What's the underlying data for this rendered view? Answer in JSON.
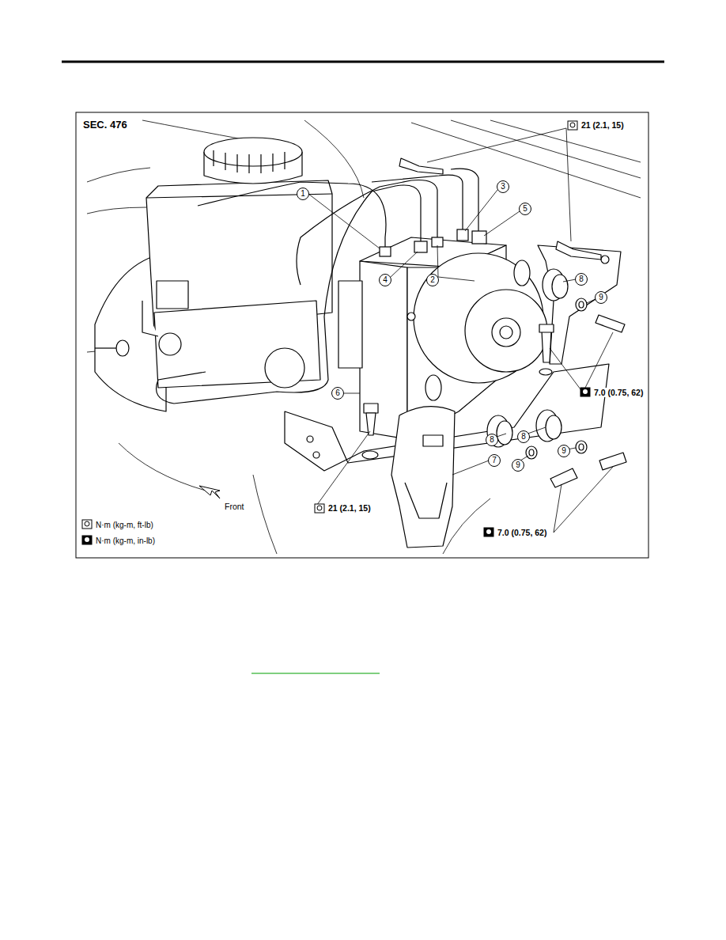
{
  "diagram": {
    "labels": [
      "SEC. 476",
      "21 (2.1, 15)",
      "1",
      "3",
      "5",
      "4",
      "2",
      "8",
      "9",
      "7.0 (0.75, 62)",
      "6",
      "8",
      "8",
      "9",
      "9",
      "7",
      "21 (2.1, 15)",
      "Front",
      "7.0 (0.75, 62)"
    ],
    "legend": [
      {
        "text": "N·m (kg-m, ft-lb)"
      },
      {
        "text": "N·m (kg-m, in-lb)"
      }
    ]
  }
}
